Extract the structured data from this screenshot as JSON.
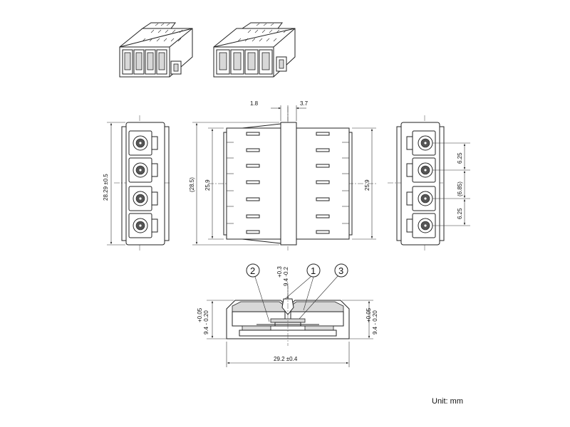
{
  "dimensions": {
    "gap_left": "1.8",
    "gap_right": "3.7",
    "left_total_height": "28.29 ±0.5",
    "housing_height_ref": "(28.5)",
    "side_height_left": "25.9",
    "side_height_right": "25.9",
    "pitch_top": "6.25",
    "pitch_middle": "(6.85)",
    "pitch_bottom": "6.25",
    "top_height_tol_upper": "+0.3",
    "top_height_tol_lower": "9.4 -0.2",
    "bottom_left_tol_upper": "+0.05",
    "bottom_left_tol_lower": "9.4 - 0.20",
    "bottom_right_tol_upper": "+0.05",
    "bottom_right_tol_lower": "9.4 - 0.20",
    "length": "29.2 ±0.4"
  },
  "callouts": [
    "2",
    "1",
    "3"
  ],
  "unit": "Unit: mm"
}
